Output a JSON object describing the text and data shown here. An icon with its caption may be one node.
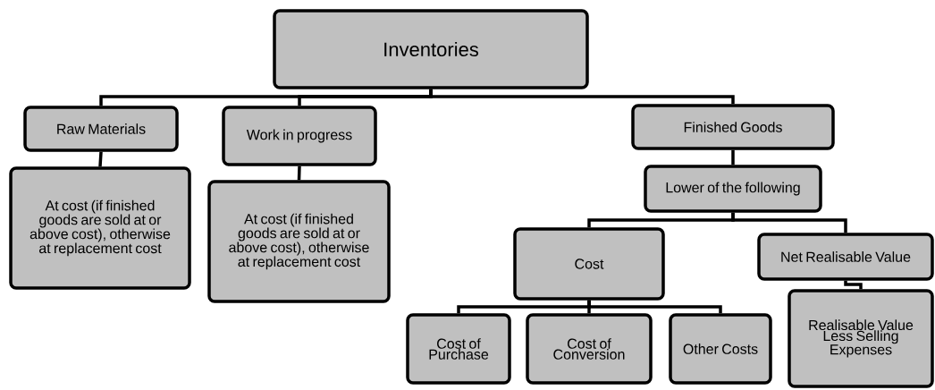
{
  "diagram": {
    "nodes": [
      {
        "text": [
          "Inventories"
        ]
      },
      {
        "text": [
          "Raw Materials"
        ]
      },
      {
        "text": [
          "Work in progress"
        ]
      },
      {
        "text": [
          "Finished Goods"
        ]
      },
      {
        "text": [
          "At cost (if finished goods are sold at or above cost), otherwise at replacement cost"
        ]
      },
      {
        "text": [
          "At cost (if finished goods are sold at or above cost), otherwise at replacement cost"
        ]
      },
      {
        "text": [
          "Lower of the following"
        ]
      },
      {
        "text": [
          "Cost"
        ]
      },
      {
        "text": [
          "Net Realisable Value"
        ]
      },
      {
        "text": [
          "Realisable Value Less Selling Expenses"
        ]
      },
      {
        "text": [
          "Cost of Purchase"
        ]
      },
      {
        "text": [
          "Cost of Conversion"
        ]
      },
      {
        "text": [
          "Other Costs"
        ]
      }
    ],
    "edges": [
      {
        "from": 0,
        "to": 1,
        "arrow": "none"
      },
      {
        "from": 0,
        "to": 2,
        "arrow": "none"
      },
      {
        "from": 0,
        "to": 3,
        "arrow": "none"
      },
      {
        "from": 1,
        "to": 4,
        "arrow": "none"
      },
      {
        "from": 2,
        "to": 5,
        "arrow": "none"
      },
      {
        "from": 3,
        "to": 6,
        "arrow": "none"
      },
      {
        "from": 6,
        "to": 7,
        "arrow": "none"
      },
      {
        "from": 6,
        "to": 8,
        "arrow": "none"
      },
      {
        "from": 7,
        "to": 10,
        "arrow": "none"
      },
      {
        "from": 7,
        "to": 11,
        "arrow": "none"
      },
      {
        "from": 7,
        "to": 12,
        "arrow": "none"
      },
      {
        "from": 8,
        "to": 9,
        "arrow": "none"
      }
    ]
  }
}
